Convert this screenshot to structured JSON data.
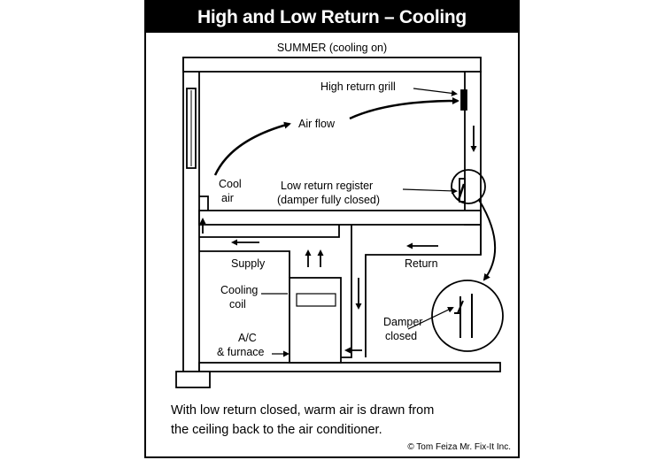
{
  "title": "High and Low Return – Cooling",
  "diagram": {
    "season_label": "SUMMER (cooling on)",
    "labels": {
      "high_return_grill": "High return grill",
      "air_flow": "Air flow",
      "cool": "Cool",
      "air": "air",
      "low_return_register": "Low return register",
      "damper_fully_closed": "(damper fully closed)",
      "supply": "Supply",
      "return": "Return",
      "cooling": "Cooling",
      "coil": "coil",
      "damper": "Damper",
      "closed": "closed",
      "ac": "A/C",
      "furnace": "& furnace"
    }
  },
  "caption": [
    "With low return closed, warm air is drawn from",
    "the ceiling back to the air conditioner."
  ],
  "copyright": "© Tom Feiza Mr. Fix-It Inc."
}
